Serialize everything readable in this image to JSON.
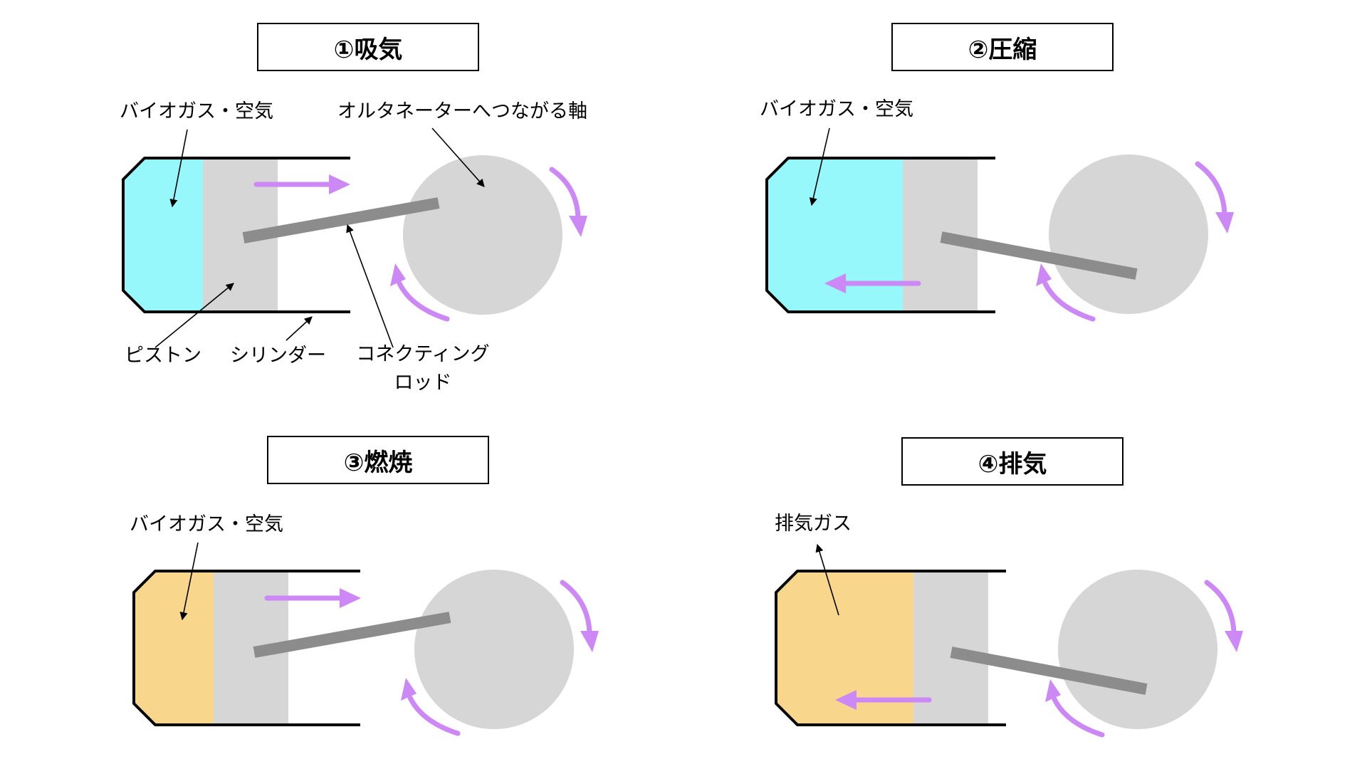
{
  "colors": {
    "intake_gas": "#96f8fb",
    "burned_gas": "#f8d78d",
    "piston": "#d6d6d6",
    "crank": "#d6d6d6",
    "rod": "#8c8c8c",
    "motion_arrow": "#cc88f4",
    "outline": "#000000"
  },
  "panels": {
    "intake": {
      "title": "①吸気",
      "labels": {
        "gas": "バイオガス・空気",
        "shaft": "オルタネーターへつながる軸",
        "piston": "ピストン",
        "cylinder": "シリンダー",
        "rod": "コネクティング\nロッド"
      }
    },
    "compression": {
      "title": "②圧縮",
      "labels": {
        "gas": "バイオガス・空気"
      }
    },
    "combustion": {
      "title": "③燃焼",
      "labels": {
        "gas": "バイオガス・空気"
      }
    },
    "exhaust": {
      "title": "④排気",
      "labels": {
        "gas": "排気ガス"
      }
    }
  }
}
